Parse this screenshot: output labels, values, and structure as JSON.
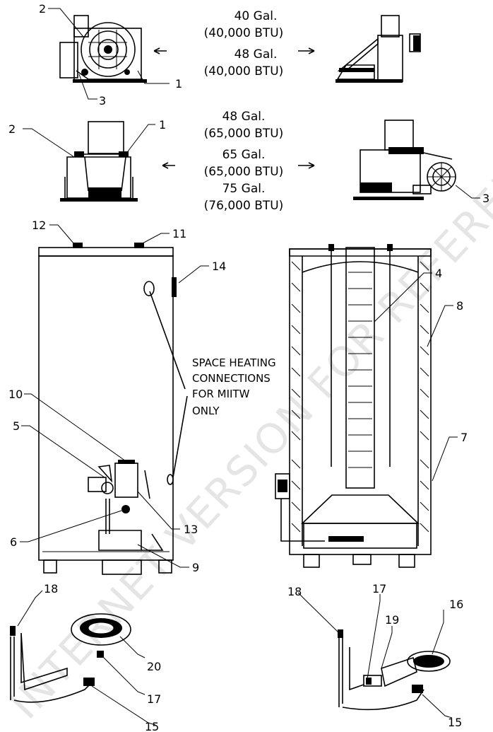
{
  "captions": {
    "top_line1": "40 Gal.",
    "top_line2": "(40,000 BTU)",
    "top_line3": "48 Gal.",
    "top_line4": "(40,000 BTU)",
    "mid_line1": "48 Gal.",
    "mid_line2": "(65,000 BTU)",
    "mid_line3": "65 Gal.",
    "mid_line4": "(65,000 BTU)",
    "mid_line5": "75 Gal.",
    "mid_line6": "(76,000 BTU)"
  },
  "note": {
    "line1": "SPACE HEATING",
    "line2": "CONNECTIONS",
    "line3": "FOR MIITW",
    "line4": "ONLY"
  },
  "callouts": {
    "c1a": "1",
    "c2a": "2",
    "c3a": "3",
    "c2b": "2",
    "c1b": "1",
    "c3b": "3",
    "c12": "12",
    "c11": "11",
    "c14": "14",
    "c4": "4",
    "c8": "8",
    "c10": "10",
    "c5": "5",
    "c7": "7",
    "c13": "13",
    "c6": "6",
    "c9": "9",
    "c18a": "18",
    "c18b": "18",
    "c17a": "17",
    "c16": "16",
    "c19": "19",
    "c20": "20",
    "c17b": "17",
    "c15a": "15",
    "c15b": "15"
  },
  "watermark": {
    "text1": "INTERNET VERSION FOR REFERENCE ONLY"
  }
}
